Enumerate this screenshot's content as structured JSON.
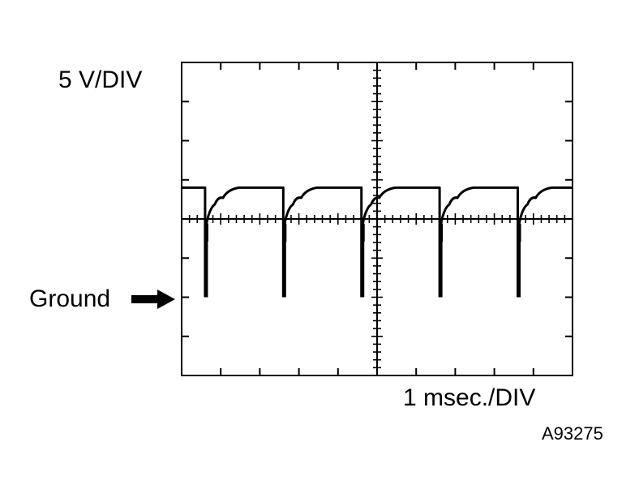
{
  "labels": {
    "volts_per_div": "5 V/DIV",
    "time_per_div": "1 msec./DIV",
    "ground": "Ground",
    "figure_id": "A93275"
  },
  "scope": {
    "h_divisions": 10,
    "v_divisions": 8,
    "minor_per_div": 5,
    "ground_level_div": -2,
    "high_level_div": 0.8
  },
  "waveform": {
    "period_div": 2,
    "first_pulse_div": 0.6,
    "pulse_drop_div": 2,
    "colors": {
      "trace": "#000000",
      "grid": "#000000",
      "background": "#ffffff"
    }
  }
}
